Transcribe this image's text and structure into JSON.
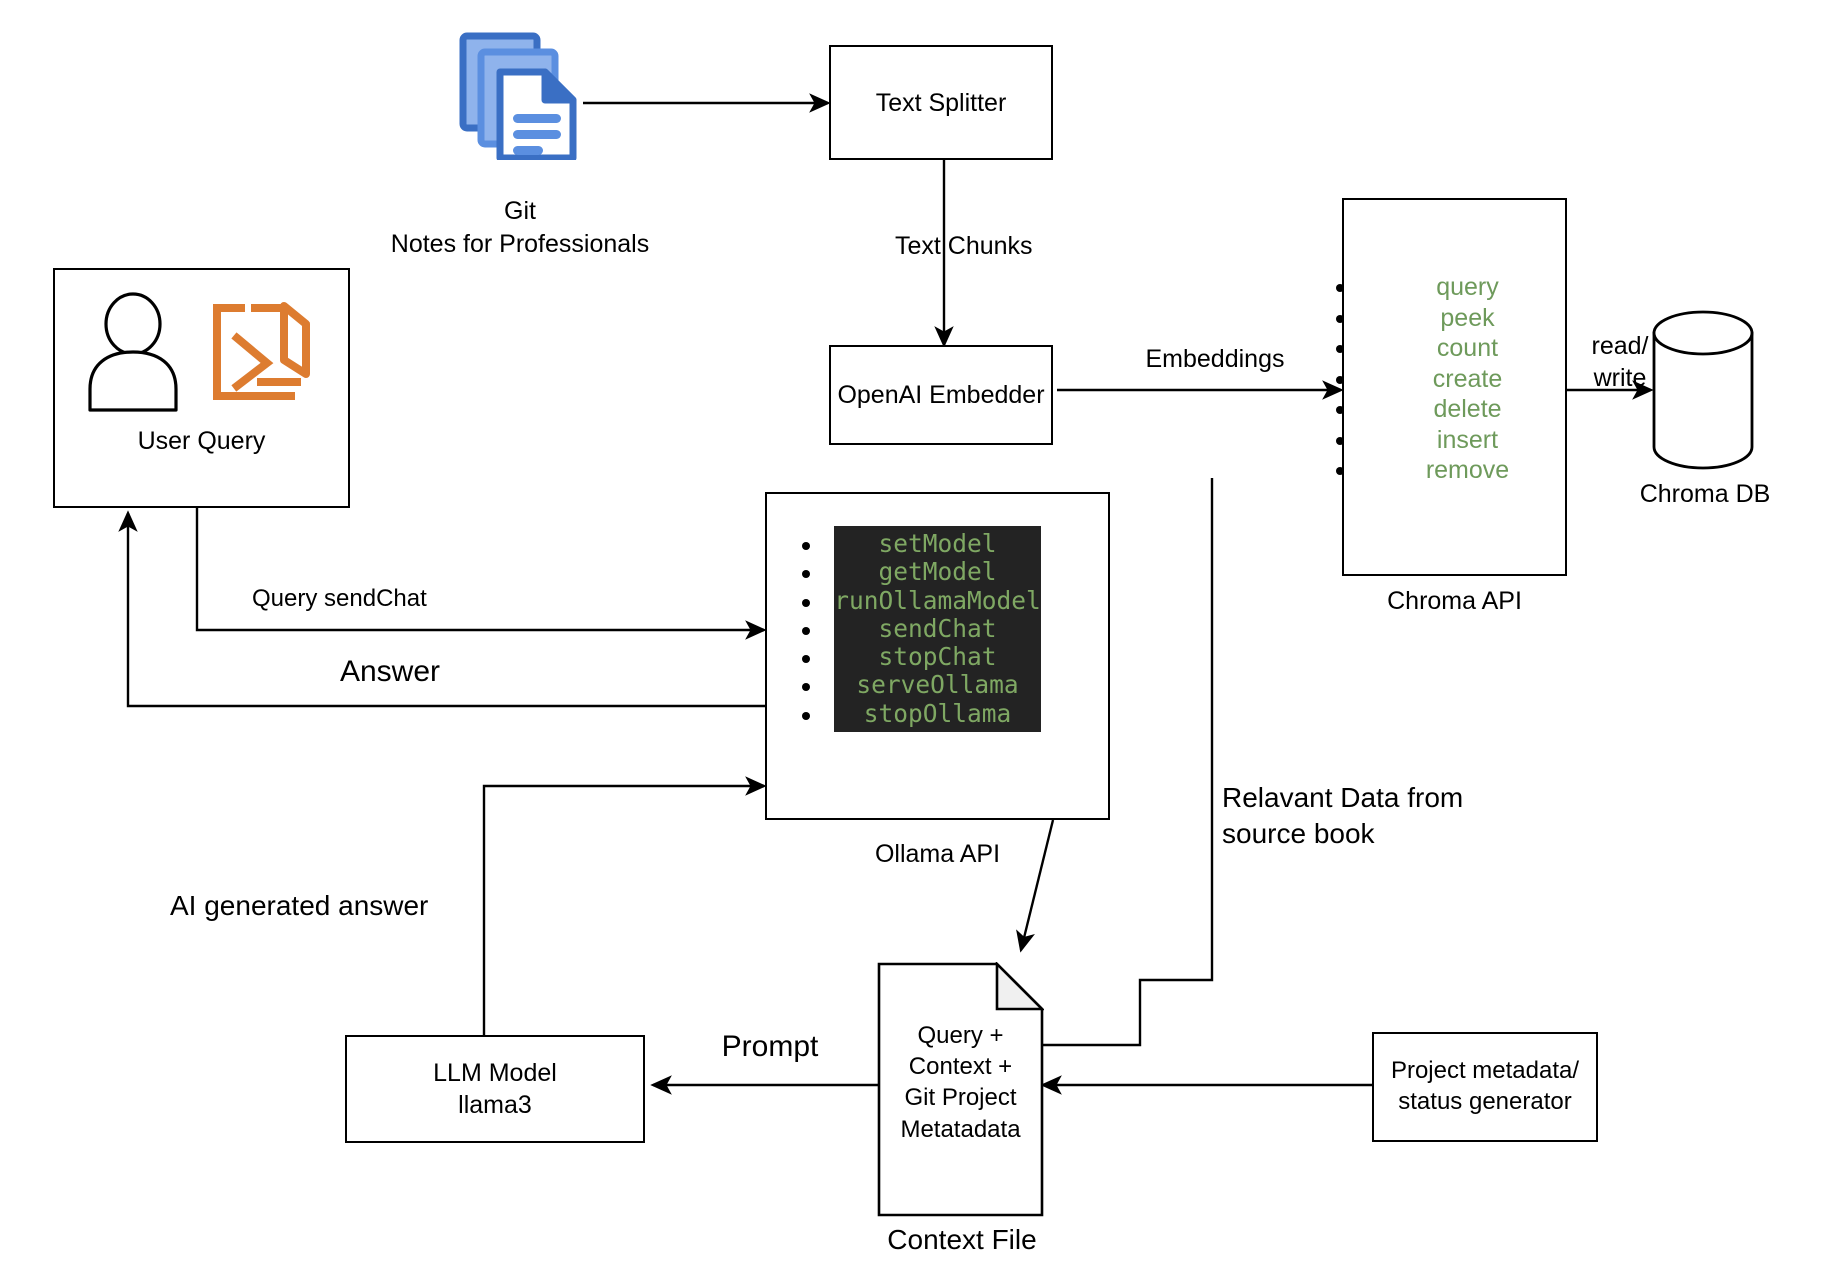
{
  "diagram": {
    "title": "RAG pipeline architecture",
    "colors": {
      "stroke": "#000000",
      "background": "#ffffff",
      "chroma_list_green": "#6E9A5B",
      "ollama_code_green": "#7FA863",
      "ollama_code_background": "#232323",
      "doc_icon_blue_dark": "#3A6FC4",
      "doc_icon_blue_mid": "#5B8FE0",
      "doc_icon_blue_light": "#8FB3EC",
      "terminal_icon_orange": "#DD7C30",
      "fold_gray": "#F0F0F0"
    }
  },
  "nodes": {
    "git_source": {
      "caption": "Git\nNotes for Professionals",
      "icon": "document-stack-icon"
    },
    "text_splitter": {
      "label": "Text Splitter"
    },
    "openai_embedder": {
      "label": "OpenAI Embedder"
    },
    "user_query": {
      "label": "User Query",
      "icons": [
        "user-icon",
        "terminal-icon"
      ]
    },
    "chroma_api": {
      "caption": "Chroma API",
      "methods": [
        "query",
        "peek",
        "count",
        "create",
        "delete",
        "insert",
        "remove"
      ]
    },
    "chroma_db": {
      "caption": "Chroma DB"
    },
    "ollama_api": {
      "caption": "Ollama API",
      "methods": [
        "setModel",
        "getModel",
        "runOllamaModel",
        "sendChat",
        "stopChat",
        "serveOllama",
        "stopOllama"
      ]
    },
    "context_file": {
      "label": "Query +\nContext +\nGit Project\nMetatadata",
      "caption": "Context File"
    },
    "llm_model": {
      "label": "LLM Model\nllama3"
    },
    "metadata_generator": {
      "label": "Project metadata/\nstatus generator"
    }
  },
  "edge_labels": {
    "text_chunks": "Text Chunks",
    "embeddings": "Embeddings",
    "read_write": "read/\nwrite",
    "query_sendchat": "Query    sendChat",
    "answer": "Answer",
    "ai_generated_answer": "AI generated answer",
    "relevant_data": "Relavant Data from\nsource book",
    "prompt": "Prompt"
  }
}
